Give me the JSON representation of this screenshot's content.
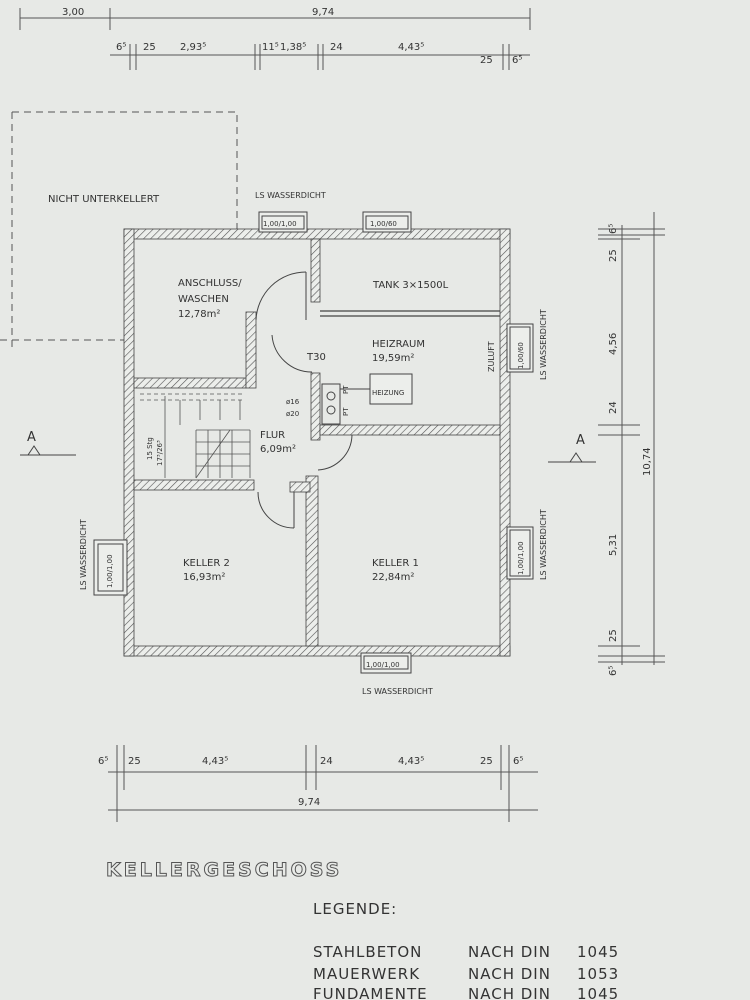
{
  "drawing": {
    "title": "KELLERGESCHOSS",
    "top_dimensions": {
      "overall_left": "3,00",
      "overall": "9,74",
      "segments": [
        "6⁵",
        "25",
        "2,93⁵",
        "11⁵",
        "1,38⁵",
        "24",
        "4,43⁵",
        "25",
        "6⁵"
      ]
    },
    "bottom_dimensions": {
      "overall": "9,74",
      "segments": [
        "6⁵",
        "25",
        "4,43⁵",
        "24",
        "4,43⁵",
        "25",
        "6⁵"
      ]
    },
    "right_dimensions": {
      "overall": "10,74",
      "segments": [
        "6⁵",
        "25",
        "4,56",
        "24",
        "5,31",
        "25",
        "6⁵"
      ]
    },
    "notes": {
      "not_basement": "NICHT UNTERKELLERT",
      "ls_top": "LS WASSERDICHT",
      "ls_bottom": "LS WASSERDICHT",
      "ls_left": "LS WASSERDICHT",
      "ls_right_upper": "LS WASSERDICHT",
      "ls_right_lower": "LS WASSERDICHT",
      "zuluft": "ZULUFT",
      "door_t30": "T30",
      "heater": "HEIZUNG",
      "pipe_16": "ø16",
      "pipe_20": "ø20",
      "pt_1": "PT",
      "pt_2": "PT",
      "stairs_1": "15 Stg",
      "stairs_2": "17³/26³",
      "section_left": "A",
      "section_right": "A"
    },
    "windows": {
      "top_left": "1,00/1,00",
      "top_right": "1,00/60",
      "bottom": "1,00/1,00",
      "left": "1,00/1,00",
      "right_upper": "1,00/60",
      "right_lower": "1,00/1,00"
    },
    "rooms": [
      {
        "name": "ANSCHLUSS/",
        "name2": "WASCHEN",
        "area": "12,78m²"
      },
      {
        "name": "TANK 3×1500L",
        "area": ""
      },
      {
        "name": "HEIZRAUM",
        "area": "19,59m²"
      },
      {
        "name": "FLUR",
        "area": "6,09m²"
      },
      {
        "name": "KELLER 2",
        "area": "16,93m²"
      },
      {
        "name": "KELLER 1",
        "area": "22,84m²"
      }
    ]
  },
  "legend": {
    "heading": "LEGENDE:",
    "rows": [
      {
        "material": "STAHLBETON",
        "norm": "NACH DIN",
        "number": "1045"
      },
      {
        "material": "MAUERWERK",
        "norm": "NACH DIN",
        "number": "1053"
      },
      {
        "material": "FUNDAMENTE",
        "norm": "NACH DIN",
        "number": "1045"
      }
    ]
  }
}
